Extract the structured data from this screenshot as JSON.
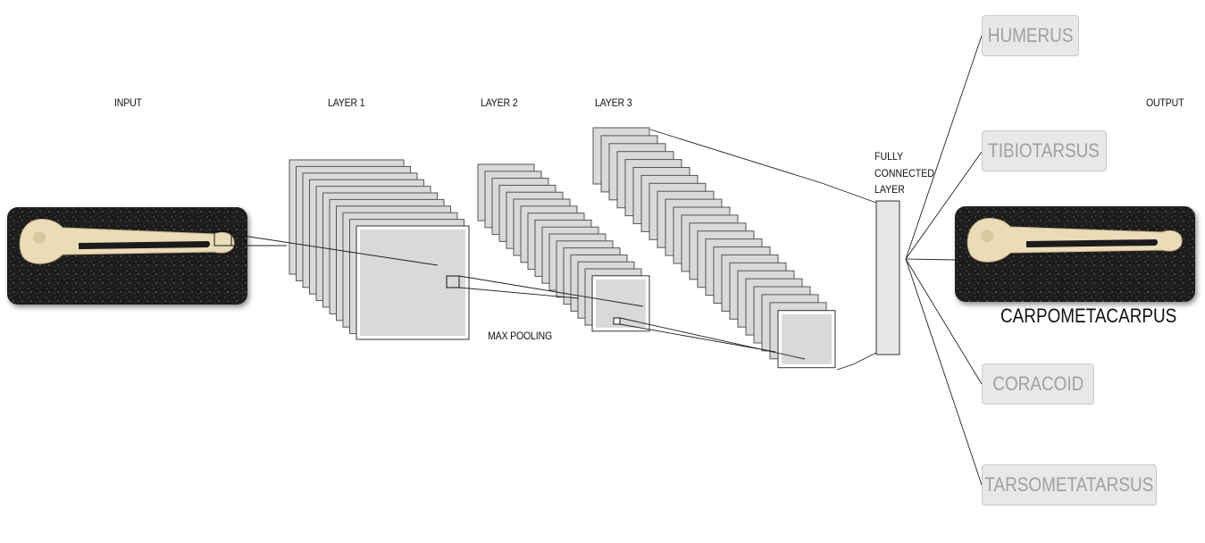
{
  "labels": {
    "input": "INPUT",
    "layer1": "LAYER 1",
    "layer2": "LAYER 2",
    "layer3": "LAYER 3",
    "output": "OUTPUT",
    "max_pooling": "MAX POOLING",
    "fully_connected": [
      "FULLY",
      "CONNECTED",
      "LAYER"
    ]
  },
  "classes": [
    "HUMERUS",
    "TIBIOTARSUS",
    "CORACOID",
    "TARSOMETATARSUS"
  ],
  "predicted_class": "CARPOMETACARPUS",
  "colors": {
    "image_background": "#1b1b1b",
    "bone": "#eadcb8",
    "feature_map_fill": "#d9d9d9",
    "feature_map_stroke": "#555555",
    "class_box_fill": "#e8e8e8",
    "class_box_text": "#a0a0a0"
  }
}
